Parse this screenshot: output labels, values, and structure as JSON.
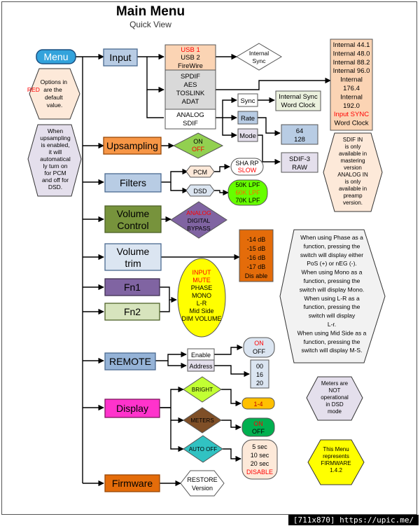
{
  "title": "Main Menu",
  "subtitle": "Quick View",
  "menu": "Menu",
  "notes": {
    "defaults": [
      "Options in",
      "RED",
      "are the",
      "default",
      "value."
    ],
    "upsampling": [
      "When",
      "upsampling",
      "is enabled,",
      "it will",
      "automatical",
      "ly turn on",
      "for PCM",
      "and off for",
      "DSD."
    ],
    "sdif": [
      "SDIF IN",
      "is only",
      "available in",
      "mastering",
      "version",
      "ANALOG IN",
      "is only",
      "available in",
      "preamp",
      "version."
    ],
    "functions": [
      "When using Phase as a",
      "function, pressing the",
      "switch will display either",
      "PoS (+) or nEG (-).",
      "When using Mono as a",
      "function, pressing the",
      "switch will display Mono.",
      "When using L-R as a",
      "function, pressing the",
      "switch will display",
      "L-r.",
      "When using Mid Side as a",
      "function, pressing the",
      "switch will display M-S."
    ],
    "meters": [
      "Meters are",
      "NOT",
      "operational",
      "in DSD",
      "mode"
    ],
    "firmware": [
      "This Menu",
      "represents",
      "FIRMWARE",
      "1.4.2"
    ]
  },
  "input": {
    "label": "Input",
    "usb_group": [
      "USB 1",
      "USB 2",
      "FireWire"
    ],
    "spdif_group": [
      "SPDIF",
      "AES",
      "TOSLINK",
      "ADAT"
    ],
    "analog_group": [
      "ANALOG",
      "SDIF"
    ],
    "internal_sync": [
      "Internal",
      "Sync"
    ],
    "clock_list": [
      "Internal 44.1",
      "Internal 48.0",
      "Internal 88.2",
      "Internal 96.0",
      "Internal",
      "176.4",
      "Internal",
      "192.0",
      "Input SYNC",
      "Word Clock"
    ],
    "sync": "Sync",
    "sync_options": [
      "Internal Sync",
      "Word Clock"
    ],
    "rate": "Rate",
    "rate_options": [
      "64",
      "128"
    ],
    "mode": "Mode",
    "mode_options": [
      "SDIF-3",
      "RAW"
    ]
  },
  "upsampling": {
    "label": "Upsampling",
    "options": [
      "ON",
      "OFF"
    ]
  },
  "filters": {
    "label": "Filters",
    "pcm": "PCM",
    "pcm_options": [
      "SHA RP",
      "SLOW"
    ],
    "dsd": "DSD",
    "dsd_options": [
      "50K LPF",
      "60K LPF",
      "70K LPF"
    ]
  },
  "volume_control": {
    "label": [
      "Volume",
      "Control"
    ],
    "options": [
      "ANALOG",
      "DIGITAL",
      "BYPASS"
    ]
  },
  "volume_trim": {
    "label": [
      "Volume",
      "trim"
    ],
    "options": [
      "-14 dB",
      "-15 dB",
      "-16 dB",
      "-17 dB",
      "Dis able"
    ]
  },
  "fn1": "Fn1",
  "fn2": "Fn2",
  "fn_options": [
    "INPUT",
    "MUTE",
    "PHASE",
    "MONO",
    "L-R",
    "Mid Side",
    "DIM VOLUME"
  ],
  "remote": {
    "label": "REMOTE",
    "enable": "Enable",
    "address": "Address",
    "enable_options": [
      "ON",
      "OFF"
    ],
    "address_options": [
      "00",
      "16",
      "20"
    ]
  },
  "display": {
    "label": "Display",
    "bright": "BRIGHT",
    "bright_options": [
      "1-4"
    ],
    "meters": "METERS",
    "meters_options": [
      "ON",
      "OFF"
    ],
    "auto_off": "AUTO OFF",
    "auto_off_options": [
      "5 sec",
      "10 sec",
      "20 sec",
      "DISABLE"
    ]
  },
  "firmware": {
    "label": "Firmware",
    "options": [
      "RESTORE",
      "Version"
    ]
  },
  "footer": "[711x870] https://upic.me/",
  "colors": {
    "red": "#ff0000",
    "orange": "#ff6600",
    "text": "#000000"
  }
}
